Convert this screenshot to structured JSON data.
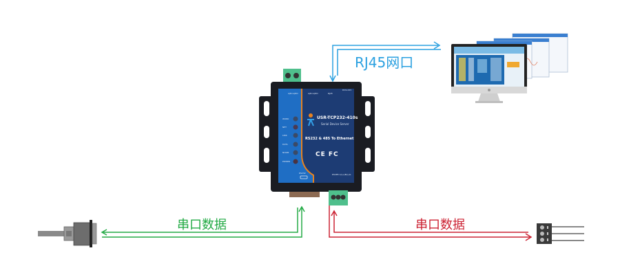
{
  "diagram": {
    "title": "",
    "device": {
      "model": "USR-TCP232-410s",
      "subtitle": "Serial Device Server",
      "description": "RS232 & 485 To Ethernet",
      "certifications": "CE FC",
      "top_labels": [
        "A(B-G)DO",
        "A(B-G)DO",
        "RJ45",
        "DC9-24V"
      ],
      "leds": [
        "WORK",
        "NET",
        "LINK",
        "DATA",
        "NORM",
        "POWER"
      ],
      "bottom_labels": [
        "RS232",
        "RS485 A/(+)B/(-)G"
      ],
      "colors": {
        "body": "#1d3c74",
        "left_panel": "#1f6ec4",
        "accent_stripe": "#e8821e",
        "frame": "#1a1c22",
        "terminal": "#4fbf8c"
      }
    },
    "connections": [
      {
        "id": "rj45",
        "label": "RJ45网口",
        "color": "#2aa0e0",
        "from": "device",
        "to": "monitor"
      },
      {
        "id": "rs232",
        "label": "串口数据",
        "color": "#22aa44",
        "from": "device",
        "to": "db9-connector"
      },
      {
        "id": "rs485",
        "label": "串口数据",
        "color": "#cc2233",
        "from": "device",
        "to": "terminal-block"
      }
    ],
    "endpoints": {
      "monitor": "computer monitor with software screens",
      "db9": "DB9 serial cable connector",
      "terminal": "3-pin terminal block"
    }
  }
}
